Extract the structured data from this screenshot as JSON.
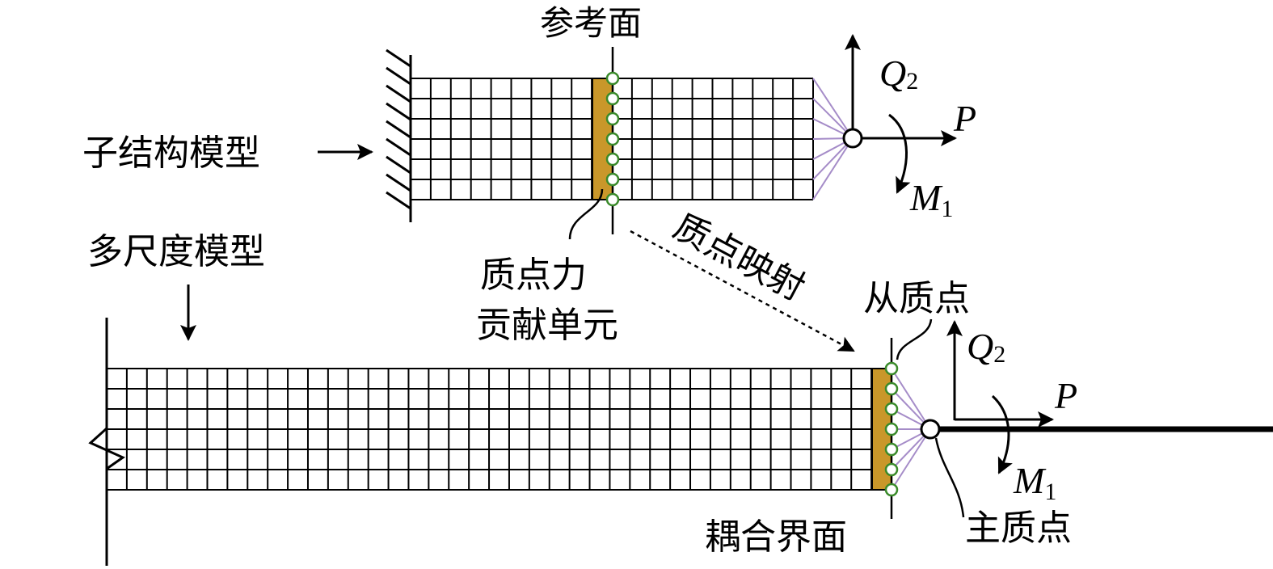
{
  "labels": {
    "reference_plane": "参考面",
    "substructure_model": "子结构模型",
    "multiscale_model": "多尺度模型",
    "mass_force_element_line1": "质点力",
    "mass_force_element_line2": "贡献单元",
    "mass_mapping": "质点映射",
    "slave_points": "从质点",
    "coupling_interface": "耦合界面",
    "master_point": "主质点"
  },
  "loads": {
    "shear": {
      "symbol": "Q",
      "subscript": "2"
    },
    "axial": {
      "symbol": "P"
    },
    "moment": {
      "symbol": "M",
      "subscript": "1"
    }
  },
  "colors": {
    "element_fill": "#c9972a",
    "node_stroke": "#3a8a2a",
    "coupling_line": "#a58cc8",
    "line": "#000000"
  }
}
